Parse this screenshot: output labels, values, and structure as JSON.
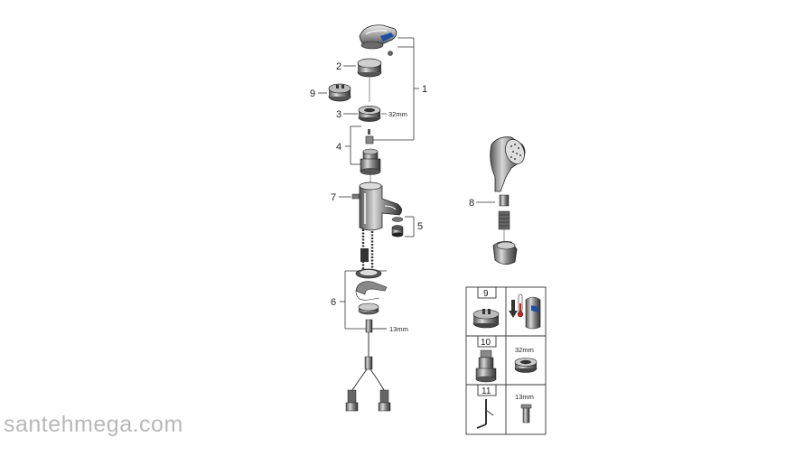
{
  "callouts": {
    "c1": "1",
    "c2": "2",
    "c3": "3",
    "c4": "4",
    "c5": "5",
    "c6": "6",
    "c7": "7",
    "c8": "8",
    "c9": "9"
  },
  "dimensions": {
    "nut_32": "32mm",
    "nut_13": "13mm"
  },
  "legend": {
    "row1_num": "9",
    "row2_num": "10",
    "row2_dim": "32mm",
    "row3_num": "11",
    "row3_dim": "13mm"
  },
  "watermark": "santehmega.com"
}
